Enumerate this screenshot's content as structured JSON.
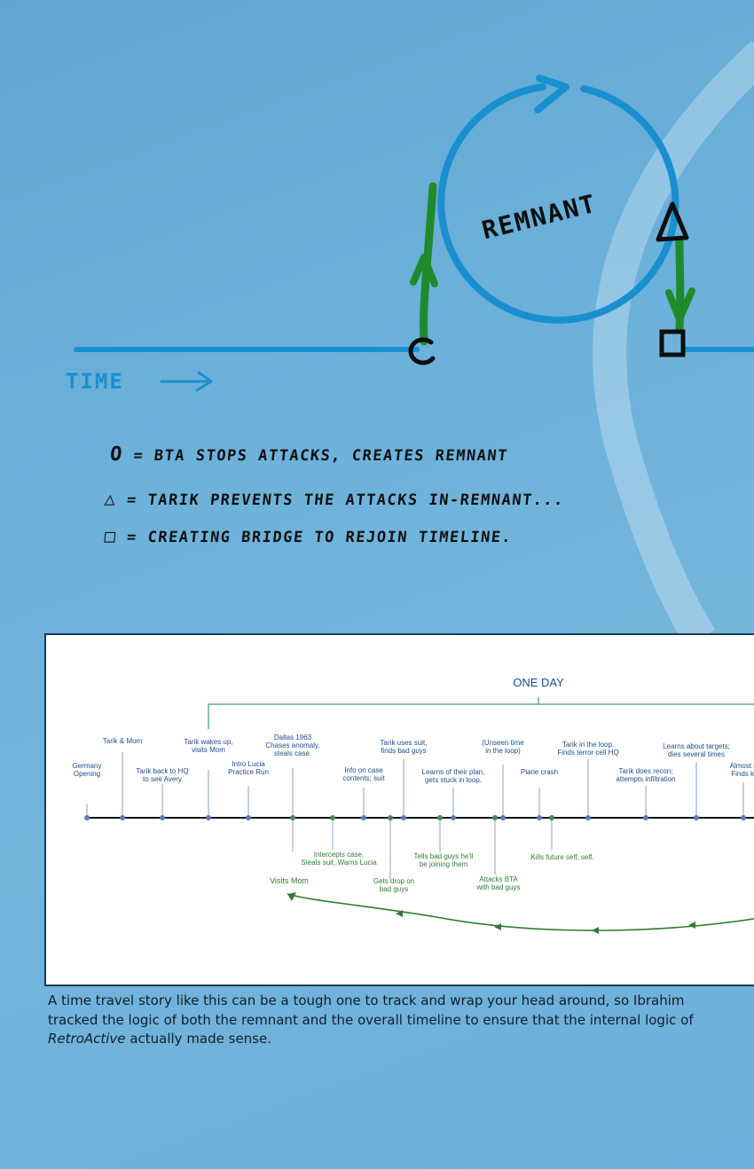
{
  "sketch": {
    "circle_label": "REMNANT",
    "time_label": "TIME",
    "time_arrow": "⟶",
    "triangle_symbol": "△",
    "square_symbol": "□",
    "circle_marker": "C"
  },
  "legend": [
    {
      "symbol": "O",
      "text": "= BTA STOPS ATTACKS, CREATES REMNANT"
    },
    {
      "symbol": "△",
      "text": "= TARIK PREVENTS THE ATTACKS IN-REMNANT..."
    },
    {
      "symbol": "□",
      "text": "= CREATING BRIDGE TO REJOIN TIMELINE."
    }
  ],
  "timeline": {
    "bracket_label": "ONE DAY",
    "above": [
      {
        "text": "Germany\nOpening"
      },
      {
        "text": "Tarik & Mom"
      },
      {
        "text": "Tarik back to HQ\nto see Avery"
      },
      {
        "text": "Tarik wakes up,\nvisits Mom"
      },
      {
        "text": "Intro Lucia\nPractice Run"
      },
      {
        "text": "Dallas 1963\nChases anomaly,\nsteals case."
      },
      {
        "text": "Info on case\ncontents; suit"
      },
      {
        "text": "Tarik uses suit,\nfinds bad guys"
      },
      {
        "text": "Learns of their plan,\ngets stuck in loop."
      },
      {
        "text": "(Unseen time\nin the loop)"
      },
      {
        "text": "Plane crash"
      },
      {
        "text": "Tarik in the loop.\nFinds terror cell HQ"
      },
      {
        "text": "Tarik does recon;\nattempts infiltration"
      },
      {
        "text": "Learns about targets;\ndies several times"
      },
      {
        "text": "Almost s\nFinds ki"
      }
    ],
    "below": [
      {
        "text": "Visits Mom"
      },
      {
        "text": "Intercepts case.\nSteals suit, Warns Lucia"
      },
      {
        "text": "Gets drop on\nbad guys"
      },
      {
        "text": "Tells bad guys he'll\nbe joining them"
      },
      {
        "text": "Attacks BTA\nwith bad guys"
      },
      {
        "text": "Kills future self, self."
      }
    ],
    "colors": {
      "green": "#2e7d32",
      "teal": "#3c9b7a",
      "blue_text": "#1b4f8a",
      "dot_blue": "#5b7fb5",
      "dot_green": "#4a8a4a"
    }
  },
  "caption": {
    "part1": "A time travel story like this can be a tough one to track and wrap your head around, so Ibrahim tracked the logic of both the remnant and the overall timeline to ensure that the internal logic of ",
    "italic": "RetroActive",
    "part2": " actually made sense."
  },
  "colors": {
    "background": "#6cb1da",
    "sketch_blue": "#1a8fd0",
    "sketch_green": "#1e8a2c",
    "ink": "#111111"
  }
}
